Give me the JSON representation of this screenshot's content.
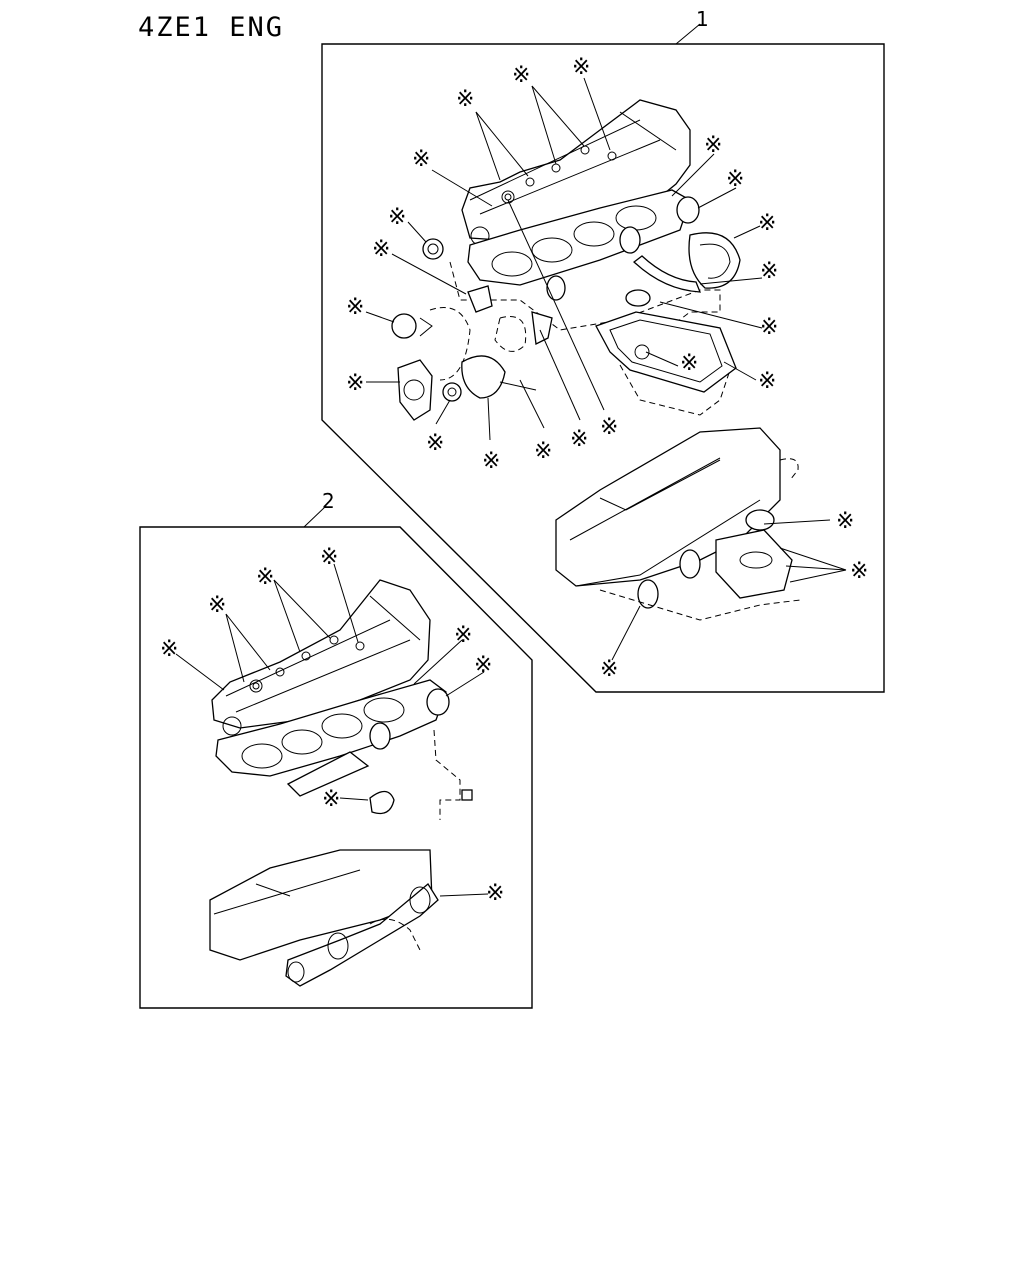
{
  "header": {
    "title": "4ZE1 ENG"
  },
  "kits": [
    {
      "label": "1"
    },
    {
      "label": "2"
    }
  ],
  "marker": "※"
}
